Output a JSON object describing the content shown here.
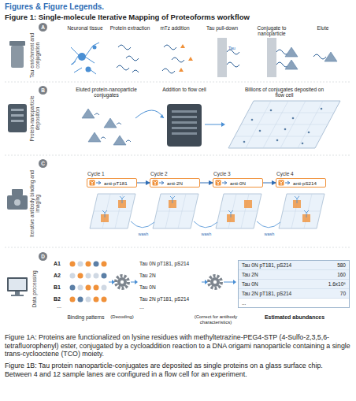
{
  "diagram": {
    "title": "Figure 1: Single-molecule Iterative Mapping of Proteoforms workflow",
    "caption": "Figure 1A: Proteins are functionalized on lysine residues with methyltetrazine-PEG4-STP (4-Sulfo-2,3,5,6-tetrafluorophenyl) ester, conjugated by a cycloaddition reaction to a DNA origami nanoparticle containing a single trans-cyclooctene (TCO) moiety.",
    "nodes": [
      {
        "text": [
          "A"
        ]
      },
      {
        "text": [
          "B"
        ]
      },
      {
        "text": [
          "C"
        ]
      },
      {
        "text": [
          "D"
        ]
      },
      {
        "text": [
          "Cycle 1",
          "anti-pT181"
        ]
      },
      {
        "text": [
          "Cycle 2",
          "anti-2N"
        ]
      },
      {
        "text": [
          "Cycle 3",
          "anti-0N"
        ]
      },
      {
        "text": [
          "Cycle 4",
          "anti-pS214"
        ]
      },
      {
        "text": [
          "Tau 0N pT181, pS214",
          "580",
          "Tau 2N",
          "160",
          "Tau 0N",
          "1.6x10⁶",
          "Tau 2N pT181, pS214",
          "70",
          "..."
        ]
      }
    ],
    "edges": [
      {
        "from": 4,
        "to": 5,
        "arrow": "to"
      },
      {
        "from": 5,
        "to": 6,
        "arrow": "to"
      },
      {
        "from": 6,
        "to": 7,
        "arrow": "to"
      }
    ],
    "labels": [
      "Figures & Figure Legends.",
      "Tau enrichment and conjugation",
      "Neuronal tissue",
      "Protein extraction",
      "mTz addition",
      "Tau pull-down",
      "Conjugate to nanoparticle",
      "Elute",
      "Tau",
      "Protein-nanoparticle deposition",
      "Eluted protein-nanoparticle conjugates",
      "Addition to flow cell",
      "Billions of conjugates deposited on flow cell",
      "Iterative antibody binding and imaging",
      "wash",
      "wash",
      "wash",
      "Data processing",
      "A1",
      "A2",
      "B1",
      "B2",
      "...",
      "Binding patterns",
      "(Decoding)",
      "Tau 0N pT181, pS214",
      "Tau 2N",
      "Tau 0N",
      "Tau 2N pT181, pS214",
      "...",
      "(Correct for antibody characteristics)",
      "Estimated abundances",
      "Figure 1B: Tau protein nanoparticle-conjugates are deposited as single proteins on a glass surface chip. Between 4 and 12 sample lanes are configured in a flow cell for an experiment."
    ]
  }
}
